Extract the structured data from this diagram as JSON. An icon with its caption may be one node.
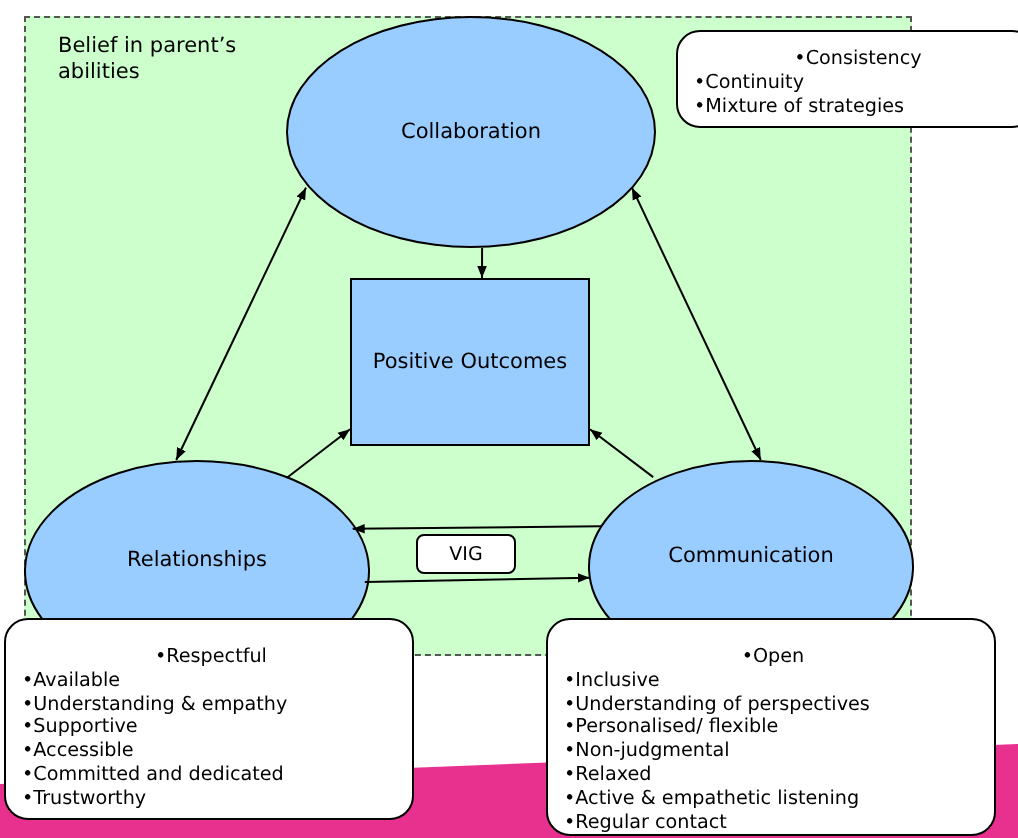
{
  "diagram": {
    "nodes": [
      {
        "text": [
          "Belief in parent’s abilities"
        ]
      },
      {
        "text": [
          "Collaboration"
        ],
        "in": 0
      },
      {
        "text": [
          "Positive Outcomes"
        ],
        "in": 0
      },
      {
        "text": [
          "Relationships"
        ],
        "in": 0
      },
      {
        "text": [
          "VIG"
        ],
        "in": 0
      },
      {
        "text": [
          "Communication"
        ],
        "in": 0
      },
      {
        "text": [
          "•Consistency",
          "•Continuity",
          "•Mixture of strategies"
        ]
      },
      {
        "text": [
          "•Respectful",
          "•Available",
          "•Understanding & empathy",
          "•Supportive",
          "•Accessible",
          "•Committed and dedicated",
          "•Trustworthy"
        ]
      },
      {
        "text": [
          "•Open",
          "•Inclusive",
          "•Understanding of perspectives",
          "•Personalised/ flexible",
          "•Non-judgmental",
          "•Relaxed",
          "•Active & empathetic listening",
          "•Regular contact"
        ]
      }
    ],
    "edges": [
      {
        "from": 1,
        "to": 3,
        "arrow": "both"
      },
      {
        "from": 1,
        "to": 5,
        "arrow": "both"
      },
      {
        "from": 1,
        "to": 2,
        "arrow": "to"
      },
      {
        "from": 3,
        "to": 2,
        "arrow": "to"
      },
      {
        "from": 5,
        "to": 2,
        "arrow": "to"
      },
      {
        "from": 5,
        "to": 3,
        "arrow": "to"
      },
      {
        "from": 3,
        "to": 5,
        "arrow": "to"
      }
    ]
  }
}
